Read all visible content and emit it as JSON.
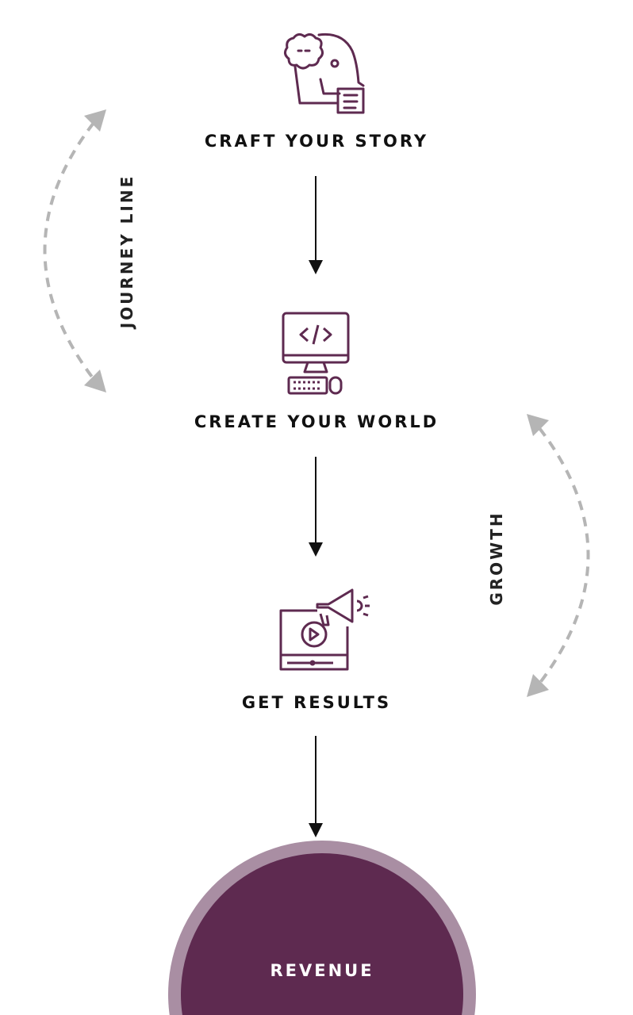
{
  "steps": [
    {
      "label": "CRAFT YOUR STORY",
      "icon": "thinking-head-icon"
    },
    {
      "label": "CREATE YOUR WORLD",
      "icon": "computer-code-icon"
    },
    {
      "label": "GET RESULTS",
      "icon": "video-megaphone-icon"
    }
  ],
  "loops": {
    "left": "JOURNEY LINE",
    "right": "GROWTH"
  },
  "result": "REVENUE",
  "colors": {
    "accent": "#5e2a50",
    "ring": "#a98ea3",
    "dashed": "#b5b5b5",
    "text": "#111111"
  }
}
